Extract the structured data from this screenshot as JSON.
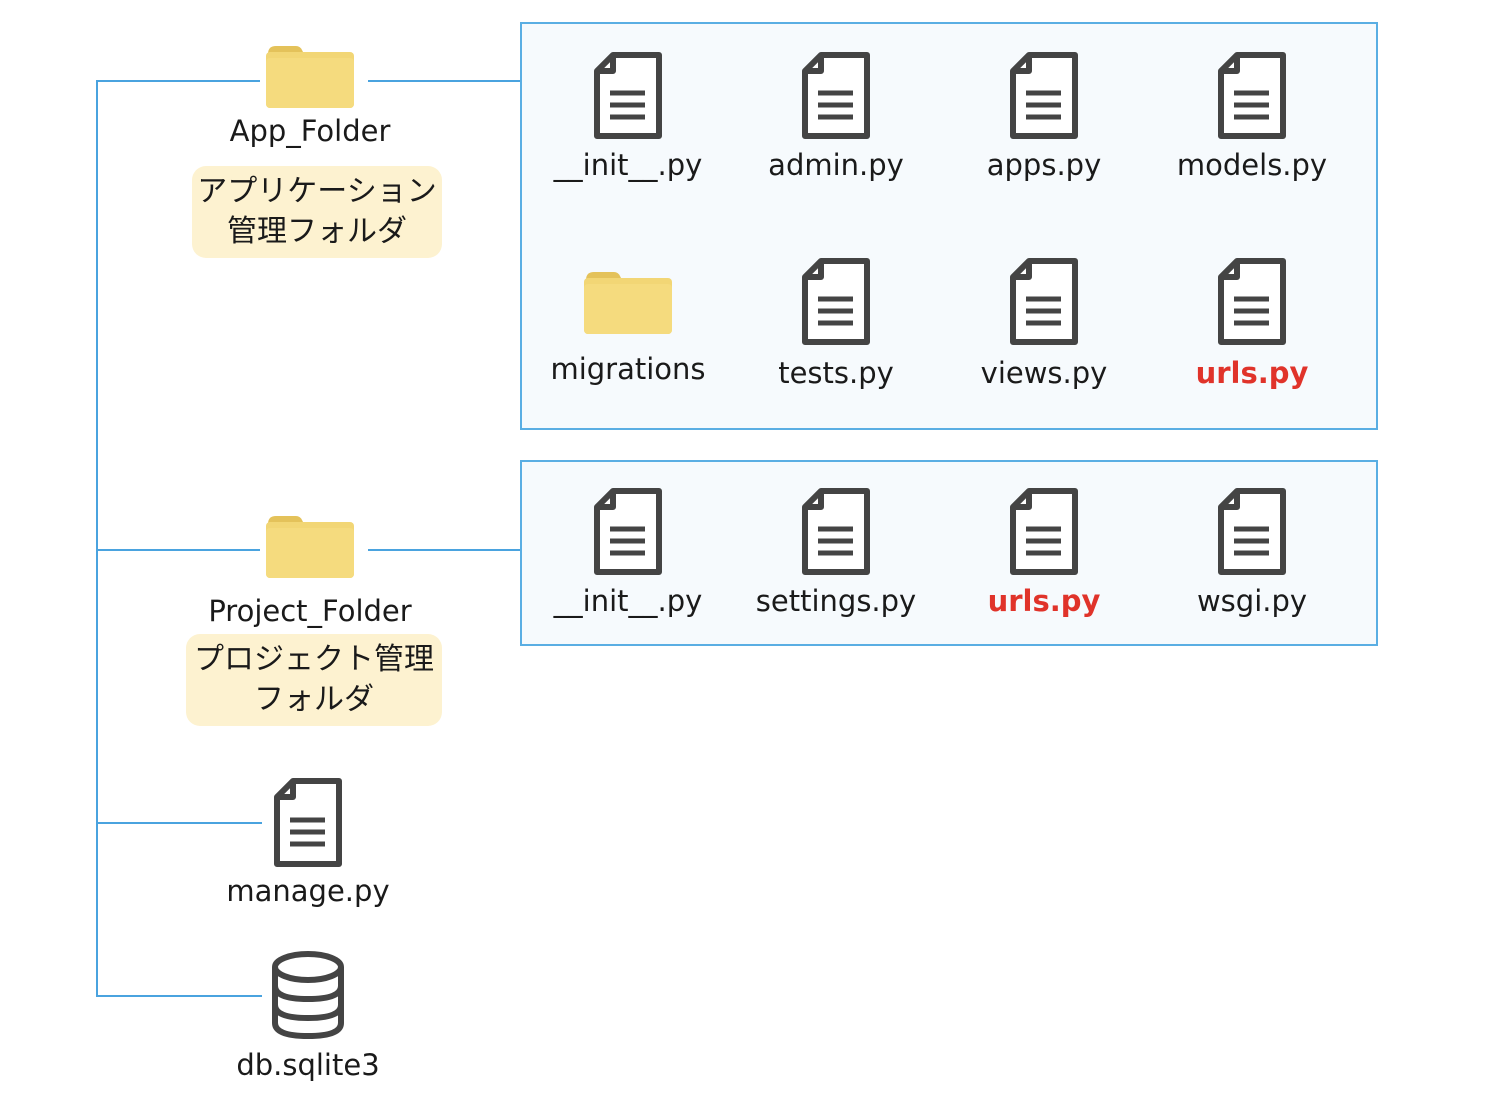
{
  "root_items": {
    "app_folder": {
      "name": "App_Folder",
      "note": "アプリケーション\n管理フォルダ",
      "icon": "folder-icon"
    },
    "project_folder": {
      "name": "Project_Folder",
      "note": "プロジェクト管理\nフォルダ",
      "icon": "folder-icon"
    },
    "manage": {
      "name": "manage.py",
      "icon": "file-icon"
    },
    "db": {
      "name": "db.sqlite3",
      "icon": "database-icon"
    }
  },
  "app_folder_contents": [
    {
      "name": "__init__.py",
      "icon": "file-icon",
      "highlight": false
    },
    {
      "name": "admin.py",
      "icon": "file-icon",
      "highlight": false
    },
    {
      "name": "apps.py",
      "icon": "file-icon",
      "highlight": false
    },
    {
      "name": "models.py",
      "icon": "file-icon",
      "highlight": false
    },
    {
      "name": "migrations",
      "icon": "folder-icon",
      "highlight": false
    },
    {
      "name": "tests.py",
      "icon": "file-icon",
      "highlight": false
    },
    {
      "name": "views.py",
      "icon": "file-icon",
      "highlight": false
    },
    {
      "name": "urls.py",
      "icon": "file-icon",
      "highlight": true
    }
  ],
  "project_folder_contents": [
    {
      "name": "__init__.py",
      "icon": "file-icon",
      "highlight": false
    },
    {
      "name": "settings.py",
      "icon": "file-icon",
      "highlight": false
    },
    {
      "name": "urls.py",
      "icon": "file-icon",
      "highlight": true
    },
    {
      "name": "wsgi.py",
      "icon": "file-icon",
      "highlight": false
    }
  ],
  "colors": {
    "connector": "#4aa3df",
    "panel_border": "#5aaee3",
    "panel_fill": "#f6fafd",
    "folder": "#f2d675",
    "icon_stroke": "#444444",
    "highlight_text": "#e0332a",
    "note_fill": "#fdf2d0"
  }
}
